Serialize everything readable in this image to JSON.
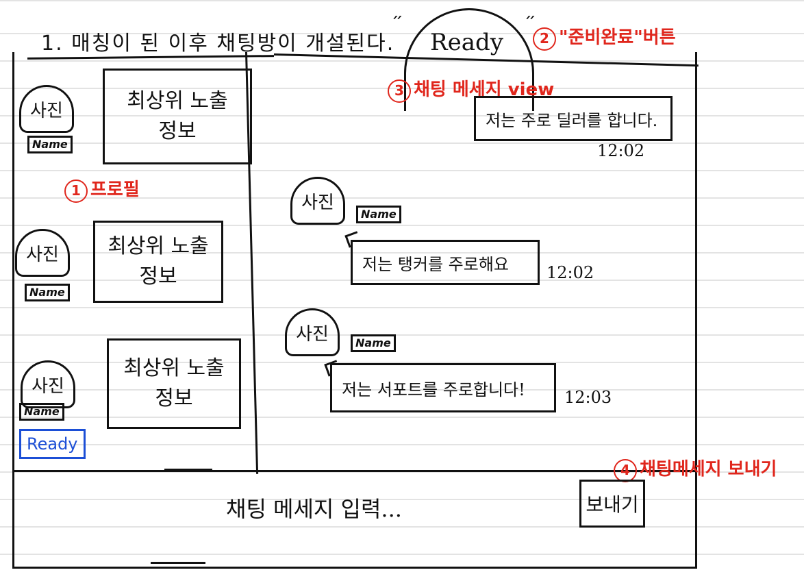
{
  "heading": "1. 매칭이 된 이후 채팅방이 개설된다.",
  "top_ready_label": "Ready",
  "annotations": {
    "ready_button": {
      "num": "2",
      "text": "\"준비완료\"버튼"
    },
    "chat_view": {
      "num": "3",
      "text": "채팅 메세지 view"
    },
    "profile": {
      "num": "1",
      "text": "프로필"
    },
    "send_message": {
      "num": "4",
      "text": "채팅메세지 보내기"
    }
  },
  "profiles": [
    {
      "photo": "사진",
      "name": "Name",
      "info_line1": "최상위 노출",
      "info_line2": "정보"
    },
    {
      "photo": "사진",
      "name": "Name",
      "info_line1": "최상위 노출",
      "info_line2": "정보"
    },
    {
      "photo": "사진",
      "name": "Name",
      "info_line1": "최상위 노출",
      "info_line2": "정보",
      "ready": "Ready"
    }
  ],
  "messages": [
    {
      "text": "저는 주로 딜러를 합니다.",
      "time": "12:02"
    },
    {
      "photo": "사진",
      "name": "Name",
      "text": "저는 탱커를 주로해요",
      "time": "12:02"
    },
    {
      "photo": "사진",
      "name": "Name",
      "text": "저는 서포트를 주로합니다!",
      "time": "12:03"
    }
  ],
  "input": {
    "placeholder": "채팅 메세지 입력..."
  },
  "send_button": "보내기"
}
